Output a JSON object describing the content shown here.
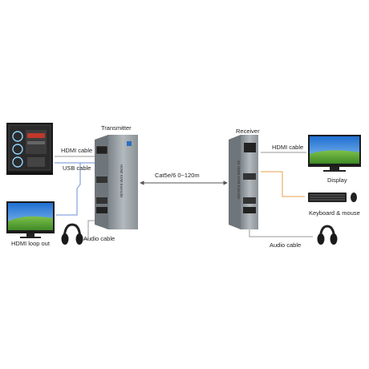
{
  "labels": {
    "transmitter": "Transmitter",
    "receiver": "Receiver",
    "hdmi_cable_left": "HDMI cable",
    "usb_cable": "USB cable",
    "cat_cable": "Cat5e/6 0~120m",
    "hdmi_cable_right": "HDMI cable",
    "display": "Display",
    "keyboard_mouse": "Keyboard & mouse",
    "hdmi_loop_out": "HDMI loop out",
    "audio_cable_left": "Audio cable",
    "audio_cable_right": "Audio cable"
  },
  "colors": {
    "hdmi_line": "#9a9a9a",
    "usb_line": "#6b8fd6",
    "keyboard_line": "#e8a04a",
    "device_body": "#9aa1a6",
    "screen_blue": "#3e8fe0",
    "grass_green": "#5fa83a"
  },
  "icons": [
    "pc-tower-icon",
    "monitor-icon",
    "headphones-icon",
    "keyboard-icon",
    "mouse-icon",
    "transmitter-device",
    "receiver-device"
  ]
}
